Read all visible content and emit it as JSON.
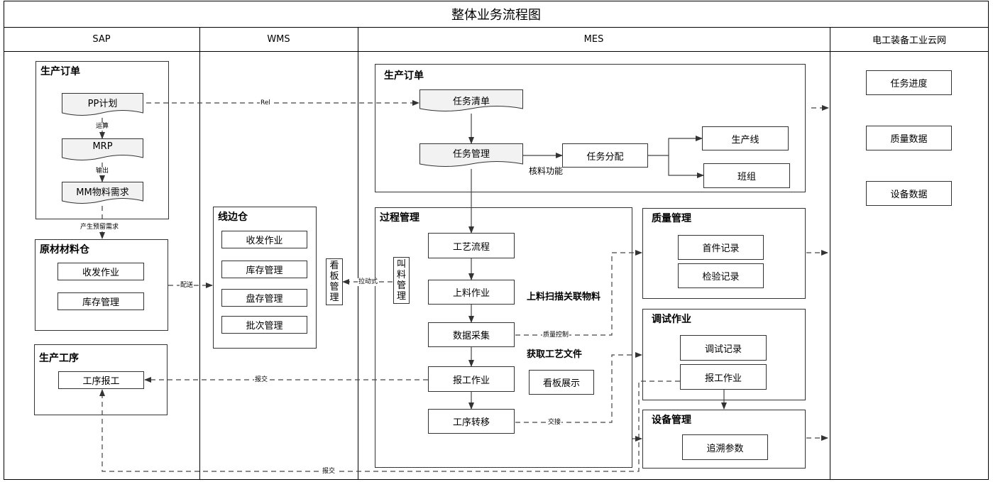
{
  "title": "整体业务流程图",
  "lanes": {
    "sap": "SAP",
    "wms": "WMS",
    "mes": "MES",
    "cloud": "电工装备工业云网"
  },
  "sap": {
    "order_group": "生产订单",
    "pp_plan": "PP计划",
    "mrp": "MRP",
    "mm_demand": "MM物料需求",
    "label_compute": "运算",
    "label_output": "输出",
    "label_reserve": "产生预留需求",
    "raw_group": "原材材料仓",
    "raw_recv": "收发作业",
    "raw_stock": "库存管理",
    "label_delivery": "配送",
    "proc_group": "生产工序",
    "proc_report": "工序报工"
  },
  "wms": {
    "side_group": "线边仓",
    "recv": "收发作业",
    "stock": "库存管理",
    "inventory": "盘存管理",
    "batch": "批次管理",
    "kanban_mgmt": [
      "看",
      "板",
      "管",
      "理"
    ],
    "label_pull": "拉动式",
    "call_mgmt": [
      "叫",
      "料",
      "管",
      "理"
    ]
  },
  "mes": {
    "order_group": "生产订单",
    "task_list": "任务清单",
    "task_mgmt": "任务管理",
    "task_assign": "任务分配",
    "label_check": "核料功能",
    "line": "生产线",
    "team": "班组",
    "label_rel": "Rel",
    "process_group": "过程管理",
    "route": "工艺流程",
    "feeding": "上料作业",
    "data_collect": "数据采集",
    "report_work": "报工作业",
    "transfer": "工序转移",
    "kanban_show": "看板展示",
    "label_feed_scan": "上料扫描关联物料",
    "label_get_file": "获取工艺文件",
    "label_quality_ctrl": "质量控制",
    "label_handover": "交接",
    "label_report1": "报交",
    "label_report2": "报交",
    "quality_group": "质量管理",
    "first_piece": "首件记录",
    "inspection": "检验记录",
    "debug_group": "调试作业",
    "debug_record": "调试记录",
    "debug_report": "报工作业",
    "equip_group": "设备管理",
    "trace_params": "追溯参数"
  },
  "cloud": {
    "task_progress": "任务进度",
    "quality_data": "质量数据",
    "equip_data": "设备数据"
  }
}
